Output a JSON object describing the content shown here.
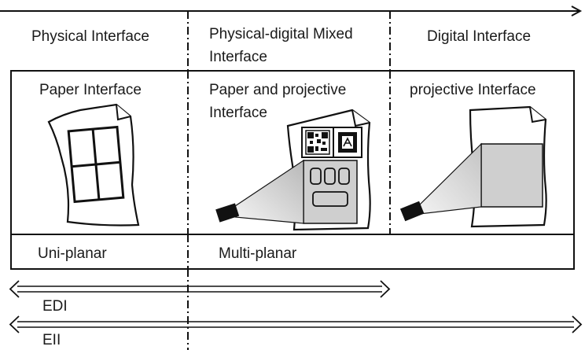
{
  "headers": {
    "physical": "Physical Interface",
    "mixed_line1": "Physical-digital Mixed",
    "mixed_line2": "Interface",
    "digital": "Digital Interface"
  },
  "interfaces": {
    "paper": "Paper Interface",
    "paper_projective_line1": "Paper and projective",
    "paper_projective_line2": "Interface",
    "projective": "projective Interface"
  },
  "planarity": {
    "uni": "Uni-planar",
    "multi": "Multi-planar"
  },
  "ranges": {
    "edi": "EDI",
    "eii": "EII"
  },
  "icons": [
    "paper-sheet-icon",
    "paper-with-qr-and-buttons-icon",
    "projector-icon",
    "projected-screen-icon"
  ]
}
